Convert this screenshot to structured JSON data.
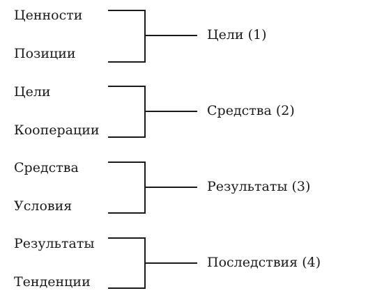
{
  "groups": [
    {
      "inputs": [
        "Ценности",
        "Позиции"
      ],
      "result": "Цели (1)"
    },
    {
      "inputs": [
        "Цели",
        "Кооперации"
      ],
      "result": "Средства (2)"
    },
    {
      "inputs": [
        "Средства",
        "Условия"
      ],
      "result": "Результаты (3)"
    },
    {
      "inputs": [
        "Результаты",
        "Тенденции"
      ],
      "result": "Последствия (4)"
    }
  ],
  "colors": {
    "ink": "#1a1a1a",
    "background": "#ffffff"
  }
}
